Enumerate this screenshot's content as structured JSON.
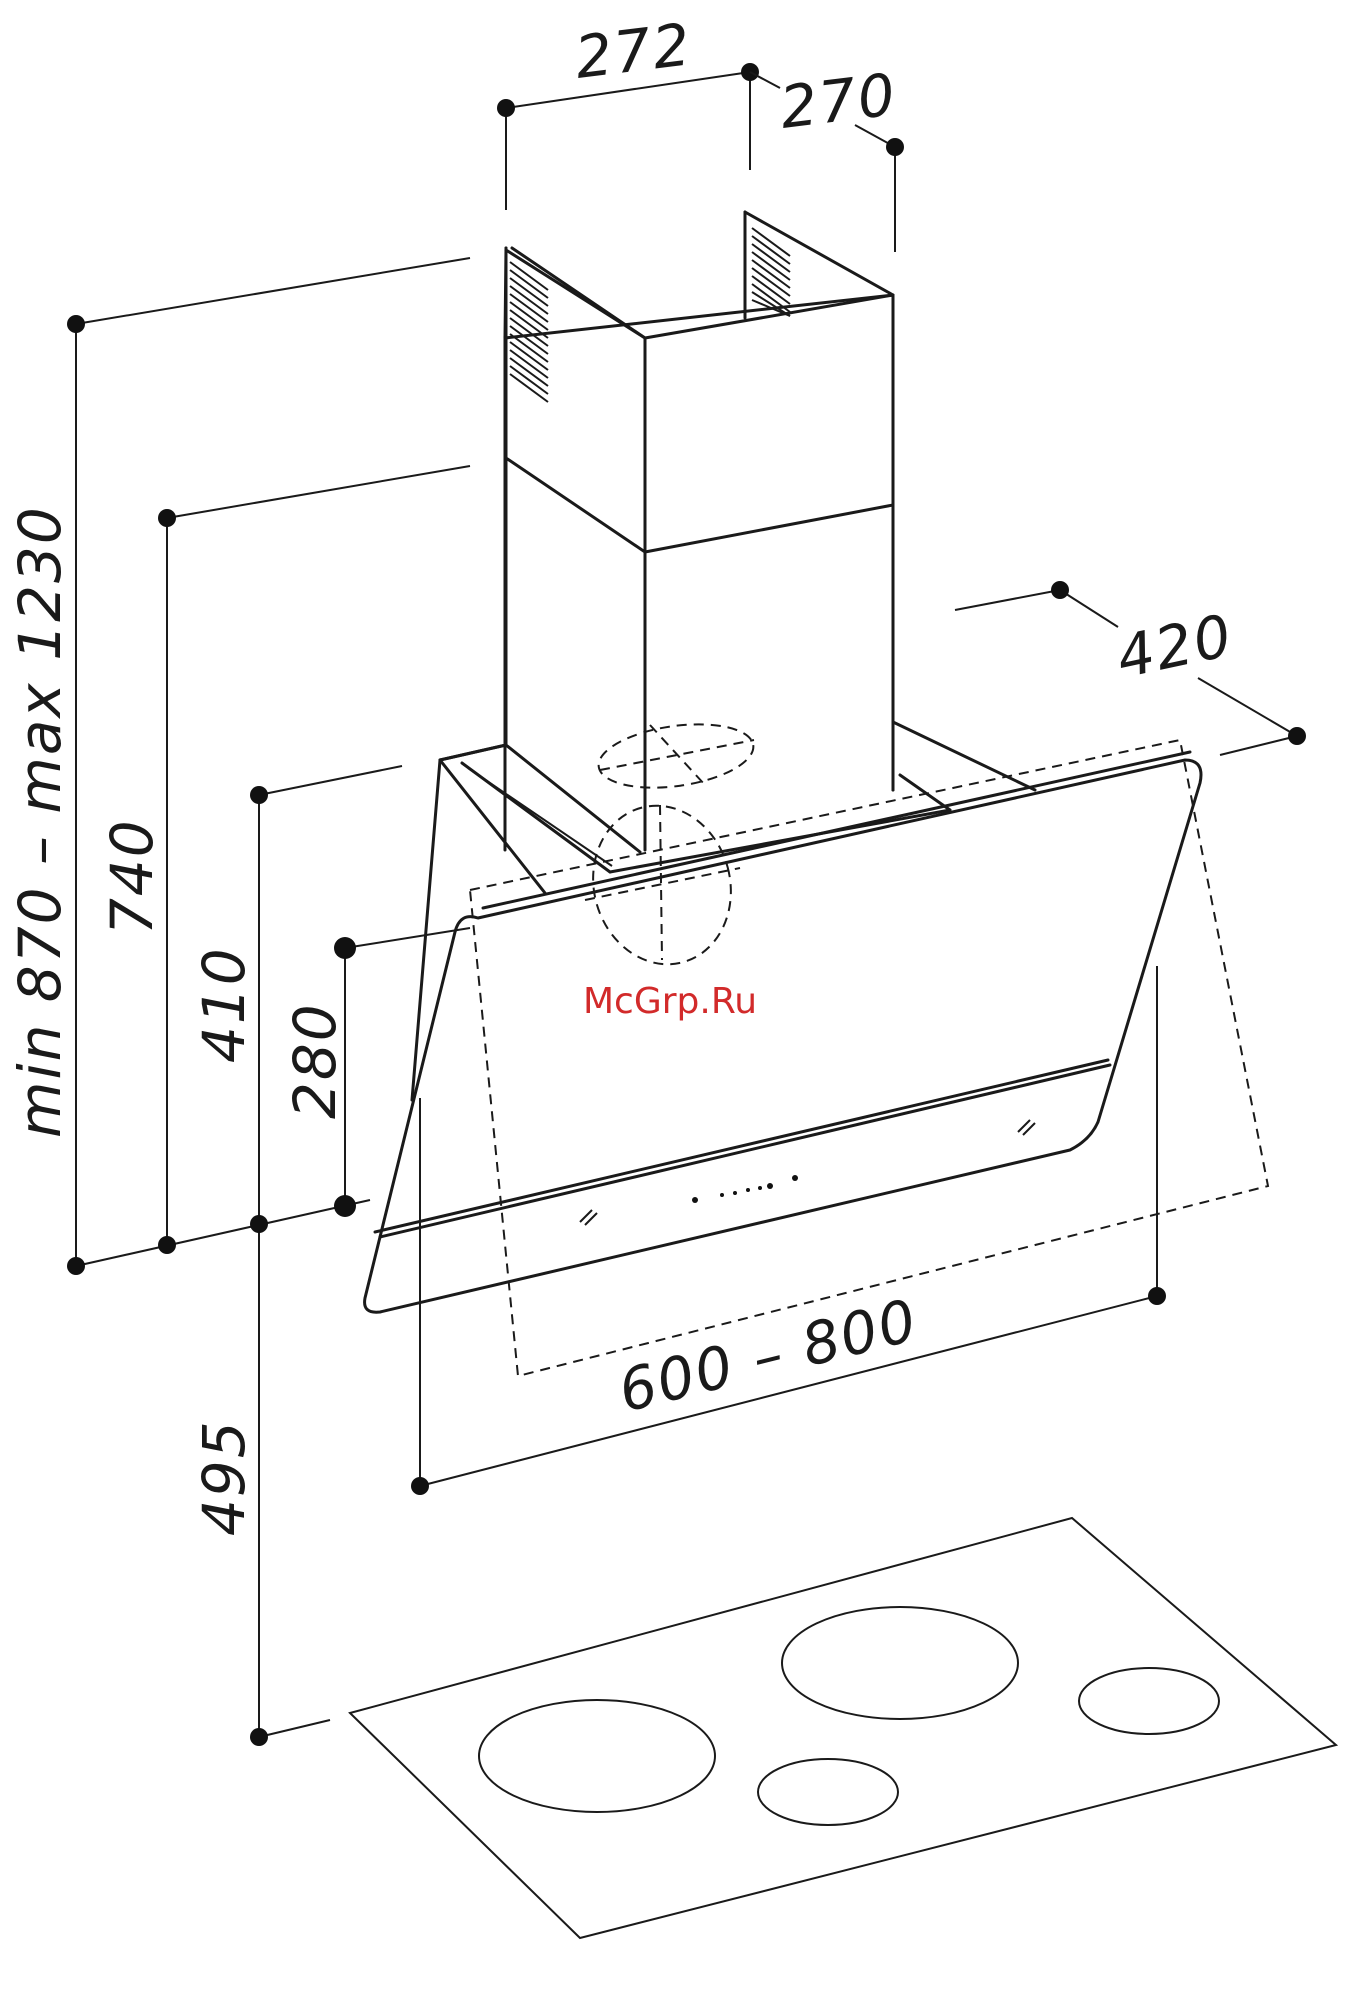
{
  "dimensions": {
    "duct_width": "272",
    "duct_depth": "270",
    "total_height": "min  870  –  max  1230",
    "upper_height": "740",
    "hood_height": "410",
    "glass_height": "280",
    "hood_depth": "420",
    "hood_width": "600  –  800",
    "hob_distance": "495"
  },
  "watermark": "McGrp.Ru",
  "colors": {
    "line": "#1a1a1a",
    "watermark": "#d22a2a",
    "background": "#ffffff"
  }
}
